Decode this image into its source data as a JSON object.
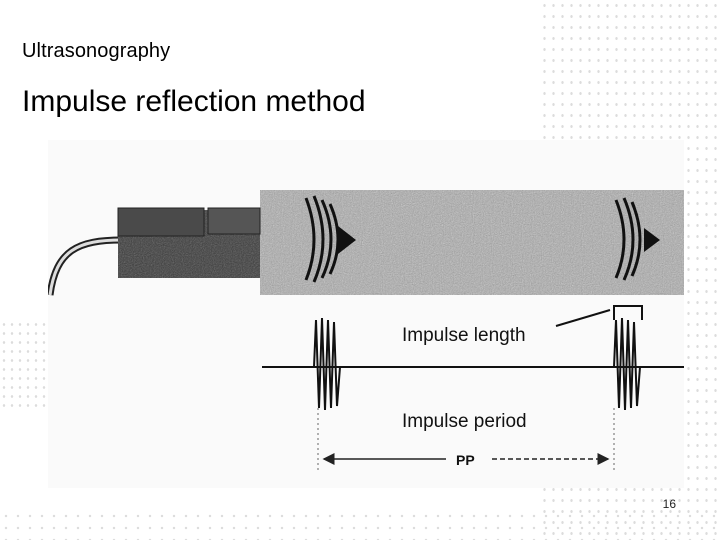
{
  "slide": {
    "subject": "Ultrasonography",
    "title": "Impulse reflection method",
    "page_number": "16"
  },
  "figure": {
    "label_impulse_length": "Impulse length",
    "label_impulse_period": "Impulse period",
    "label_pp": "PP"
  },
  "colors": {
    "background": "#ffffff",
    "text": "#000000",
    "tissue_gray": "#9c9c9c",
    "probe_dark": "#2f2f2f"
  }
}
